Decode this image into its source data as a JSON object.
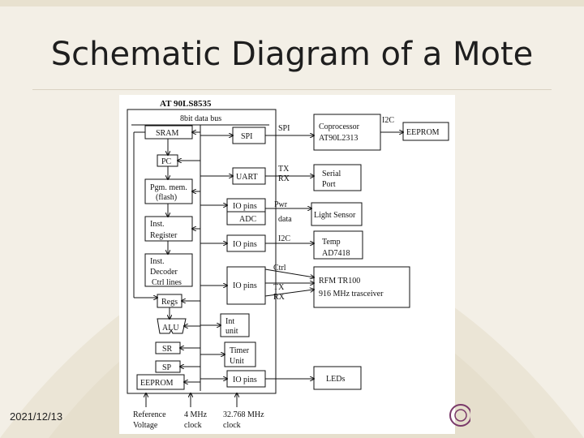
{
  "slide": {
    "title": "Schematic Diagram of a Mote",
    "date": "2021/12/13"
  },
  "diagram": {
    "chip_name": "AT 90LS8535",
    "bus_label": "8bit data bus",
    "internal": {
      "sram": "SRAM",
      "pc": "PC",
      "pgm_mem_1": "Pgm. mem.",
      "pgm_mem_2": "(flash)",
      "inst_reg_1": "Inst.",
      "inst_reg_2": "Register",
      "inst_dec_1": "Inst.",
      "inst_dec_2": "Decoder",
      "ctrl_lines": "Ctrl lines",
      "regs": "Regs",
      "alu": "ALU",
      "sr": "SR",
      "sp": "SP",
      "eeprom": "EEPROM",
      "spi": "SPI",
      "uart": "UART",
      "io_pins": "IO pins",
      "adc": "ADC",
      "int_unit_1": "Int",
      "int_unit_2": "unit",
      "timer_1": "Timer",
      "timer_2": "Unit"
    },
    "external": {
      "coproc_1": "Coprocessor",
      "coproc_2": "AT90L2313",
      "eeprom": "EEPROM",
      "serial_1": "Serial",
      "serial_2": "Port",
      "light": "Light Sensor",
      "temp_1": "Temp",
      "temp_2": "AD7418",
      "rfm_1": "RFM TR100",
      "rfm_2": "916 MHz trasceiver",
      "leds": "LEDs"
    },
    "signals": {
      "spi": "SPI",
      "i2c_top": "I2C",
      "tx1": "TX",
      "rx1": "RX",
      "pwr": "Pwr",
      "data": "data",
      "i2c": "I2C",
      "ctrl": "Ctrl",
      "tx2": "TX",
      "rx2": "RX"
    },
    "bottom": {
      "ref_1": "Reference",
      "ref_2": "Voltage",
      "clk4_1": "4 MHz",
      "clk4_2": "clock",
      "clk32_1": "32.768 MHz",
      "clk32_2": "clock"
    }
  }
}
